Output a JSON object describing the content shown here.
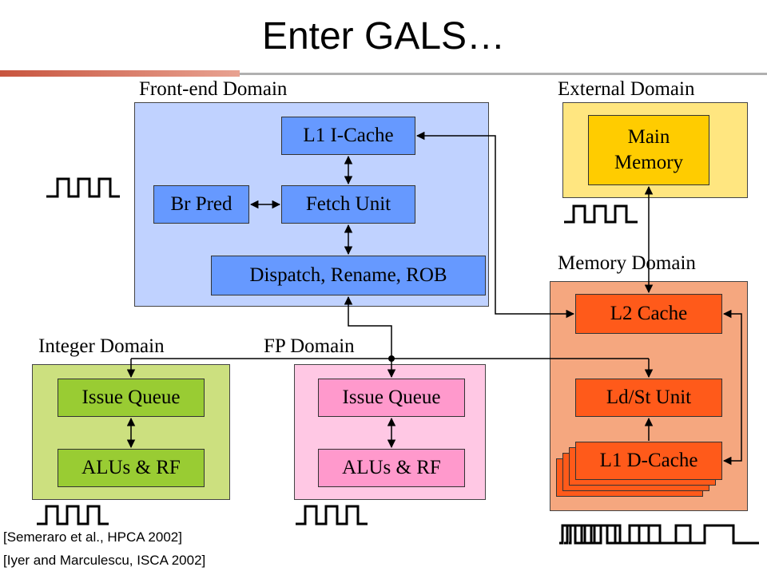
{
  "title": "Enter GALS…",
  "domains": {
    "frontend": "Front-end Domain",
    "external": "External Domain",
    "memory": "Memory Domain",
    "integer": "Integer Domain",
    "fp": "FP Domain"
  },
  "blocks": {
    "l1_icache": "L1 I-Cache",
    "br_pred": "Br Pred",
    "fetch_unit": "Fetch Unit",
    "dispatch": "Dispatch, Rename, ROB",
    "main_memory_line1": "Main",
    "main_memory_line2": "Memory",
    "l2_cache": "L2 Cache",
    "ldst_unit": "Ld/St Unit",
    "l1_dcache": "L1 D-Cache",
    "int_issue_queue": "Issue Queue",
    "int_alus": "ALUs & RF",
    "fp_issue_queue": "Issue Queue",
    "fp_alus": "ALUs & RF"
  },
  "citations": [
    "[Semeraro et al., HPCA 2002]",
    "[Iyer and Marculescu, ISCA 2002]"
  ],
  "colors": {
    "frontend_domain": "#c0d2ff",
    "external_domain": "#ffe680",
    "memory_domain": "#f5a77f",
    "integer_domain": "#cce07f",
    "fp_domain": "#ffc8e4",
    "accent_red": "#c8553f"
  }
}
